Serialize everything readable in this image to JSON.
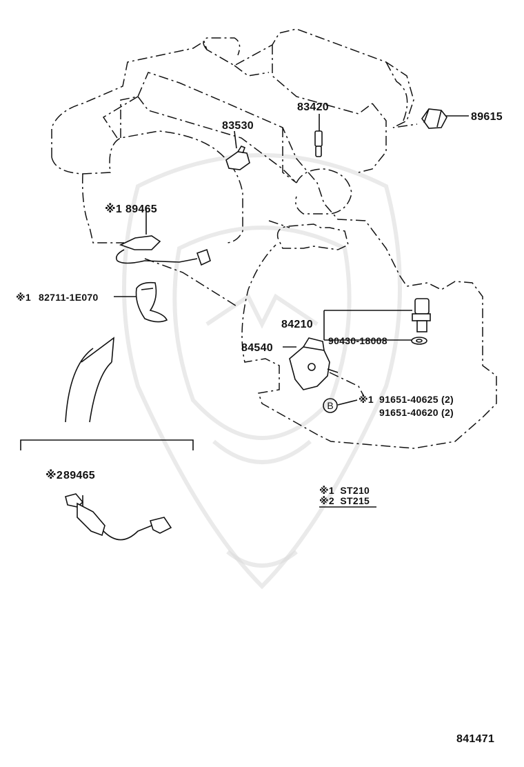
{
  "parts": {
    "p83420": "83420",
    "p83530": "83530",
    "p89615": "89615",
    "p89465_top_mark": "※1",
    "p89465_top": "89465",
    "p82711_mark": "※1",
    "p82711": "82711-1E070",
    "p84210": "84210",
    "p90430": "90430-18008",
    "p84540": "84540",
    "b_marker": "B",
    "p91651_mark": "※1",
    "p91651_a": "91651-40625 (2)",
    "p91651_b": "91651-40620 (2)",
    "p89465_bottom_mark": "※2",
    "p89465_bottom": "89465"
  },
  "legend": {
    "row1": "※1  ST210",
    "row2": "※2  ST215"
  },
  "figure_number": "841471"
}
